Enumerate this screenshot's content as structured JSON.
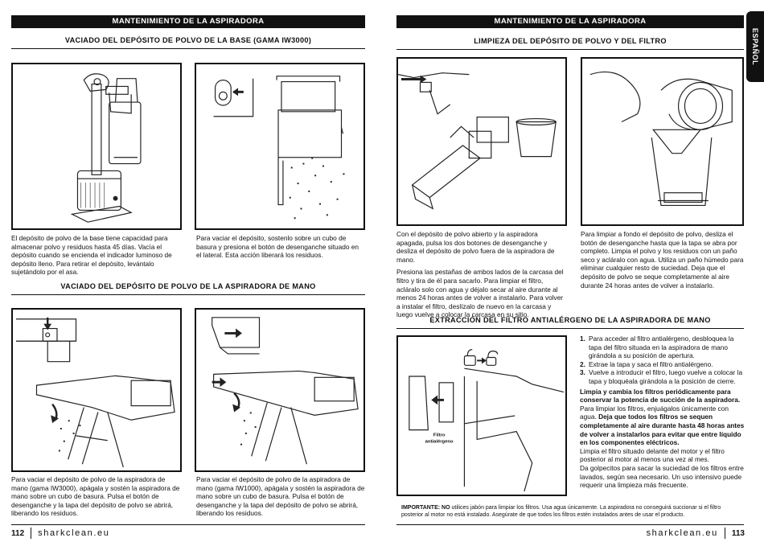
{
  "left": {
    "header": "MANTENIMIENTO DE LA ASPIRADORA",
    "section1_title": "VACIADO DEL DEPÓSITO DE POLVO DE LA BASE (GAMA IW3000)",
    "section1_text_a": "El depósito de polvo de la base tiene capacidad para almacenar polvo y residuos hasta 45 días. Vacía el depósito cuando se encienda el indicador luminoso de depósito lleno. Para retirar el depósito, levántalo sujetándolo por el asa.",
    "section1_text_b": "Para vaciar el depósito, sostenlo sobre un cubo de basura y presiona el botón de desenganche situado en el lateral. Esta acción liberará los residuos.",
    "section2_title": "VACIADO DEL DEPÓSITO DE POLVO DE LA ASPIRADORA DE MANO",
    "section2_text_a": "Para vaciar el depósito de polvo de la aspiradora de mano (gama IW3000), apágala y sostén la aspiradora de mano sobre un cubo de basura. Pulsa el botón de desenganche y la tapa del depósito de polvo se abrirá, liberando los residuos.",
    "section2_text_b": "Para vaciar el depósito de polvo de la aspiradora de mano (gama IW1000), apágala y sostén la aspiradora de mano sobre un cubo de basura. Pulsa el botón de desenganche y la tapa del depósito de polvo se abrirá, liberando los residuos.",
    "page_number": "112",
    "site": "sharkclean.eu"
  },
  "right": {
    "header": "MANTENIMIENTO DE LA ASPIRADORA",
    "tab_label": "ESPAÑOL",
    "section1_title": "LIMPIEZA DEL DEPÓSITO DE POLVO Y DEL FILTRO",
    "section1_text_a_p1": "Con el depósito de polvo abierto y la aspiradora apagada, pulsa los dos botones de desenganche y desliza el depósito de polvo fuera de la aspiradora de mano.",
    "section1_text_a_p2": "Presiona las pestañas de ambos lados de la carcasa del filtro y tira de él para sacarlo. Para limpiar el filtro, acláralo solo con agua y déjalo secar al aire durante al menos 24 horas antes de volver a instalarlo. Para volver a instalar el filtro, deslízalo de nuevo en la carcasa y luego vuelve a colocar la carcasa en su sitio.",
    "section1_text_b": "Para limpiar a fondo el depósito de polvo, desliza el botón de desenganche hasta que la tapa se abra por completo. Limpia el polvo y los residuos con un paño seco y aclára­lo con agua. Utiliza un paño húmedo para eliminar cualquier resto de suciedad. Deja que el depósito de polvo se seque completamente al aire durante 24 horas antes de volver a instalarlo.",
    "section2_title": "EXTRACCIÓN DEL FILTRO ANTIALÉRGENO DE LA ASPIRADORA DE MANO",
    "filter_label_1": "Filtro",
    "filter_label_2": "antialérgeno",
    "steps": [
      {
        "n": "1.",
        "text": "Para acceder al filtro antialérgeno, desbloquea la tapa del filtro situada en la aspiradora de mano girándola a su posición de apertura."
      },
      {
        "n": "2.",
        "text": "Extrae la tapa y saca el filtro antialérgeno."
      },
      {
        "n": "3.",
        "text": "Vuelve a introducir el filtro, luego vuelve a colocar la tapa y bloquéala girándola a la posición de cierre."
      }
    ],
    "bold_1": "Limpia y cambia los filtros periódicamente para conservar la potencia de succión de la aspiradora.",
    "text_1": "Para limpiar los filtros, enjuágalos únicamente con agua.",
    "bold_2": "Deja que todos los filtros se sequen completamente al aire durante hasta 48 horas antes de volver a instalarlos para evitar que entre líquido en los componentes eléctricos.",
    "text_2": "Limpia el filtro situado delante del motor y el filtro posterior al motor al menos una vez al mes.",
    "text_3": "Da golpecitos para sacar la suciedad de los filtros entre lavados, según sea necesario. Un uso intensivo puede requerir una limpieza más frecuente.",
    "important_label": "IMPORTANTE: NO",
    "important_text": "utilices jabón para limpiar los filtros. Usa agua únicamente. La aspiradora no conseguirá succionar si el filtro posterior al motor no está instalado. Asegúrate de que todos los filtros estén instalados antes de usar el producto.",
    "page_number": "113",
    "site": "sharkclean.eu"
  }
}
